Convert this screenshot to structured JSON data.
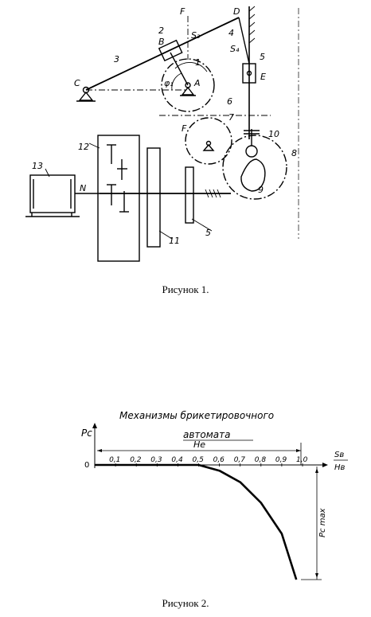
{
  "figure1": {
    "caption": "Рисунок 1.",
    "labels": {
      "F_top": "F",
      "D": "D",
      "S3": "S₃",
      "num4": "4",
      "S4": "S₄",
      "num2": "2",
      "B": "B",
      "num3": "3",
      "num5": "5",
      "E": "E",
      "num1": "1",
      "C": "C",
      "phi1": "φ₁",
      "A": "A",
      "num6": "6",
      "num7": "7",
      "F_mid": "F",
      "num10": "10",
      "num8": "8",
      "num9": "9",
      "num12": "12",
      "num13": "13",
      "N": "N",
      "num11": "11",
      "num5b": "5"
    }
  },
  "figure2": {
    "caption": "Рисунок 2.",
    "title_line1": "Механизмы брикетировочного",
    "title_line2": "автомата",
    "y_label": "Pc",
    "x_label_num": "Sв",
    "x_label_den": "Hв",
    "span_label": "He",
    "origin_label": "0",
    "vertical_dim_label": "Pc max",
    "chart_data": {
      "type": "line",
      "x_ticks": [
        "0,1",
        "0,2",
        "0,3",
        "0,4",
        "0,5",
        "0,6",
        "0,7",
        "0,8",
        "0,9",
        "1,0"
      ],
      "series": [
        {
          "x": [
            0,
            0.1,
            0.2,
            0.3,
            0.4,
            0.5
          ],
          "y": [
            0,
            0,
            0,
            0,
            0,
            0
          ]
        },
        {
          "x": [
            0.5,
            0.6,
            0.7,
            0.8,
            0.9,
            0.97
          ],
          "y": [
            0,
            -0.05,
            -0.15,
            -0.33,
            -0.6,
            -1.0
          ]
        }
      ],
      "xlim": [
        0,
        1.0
      ],
      "ylim": [
        -1.0,
        0
      ]
    }
  }
}
